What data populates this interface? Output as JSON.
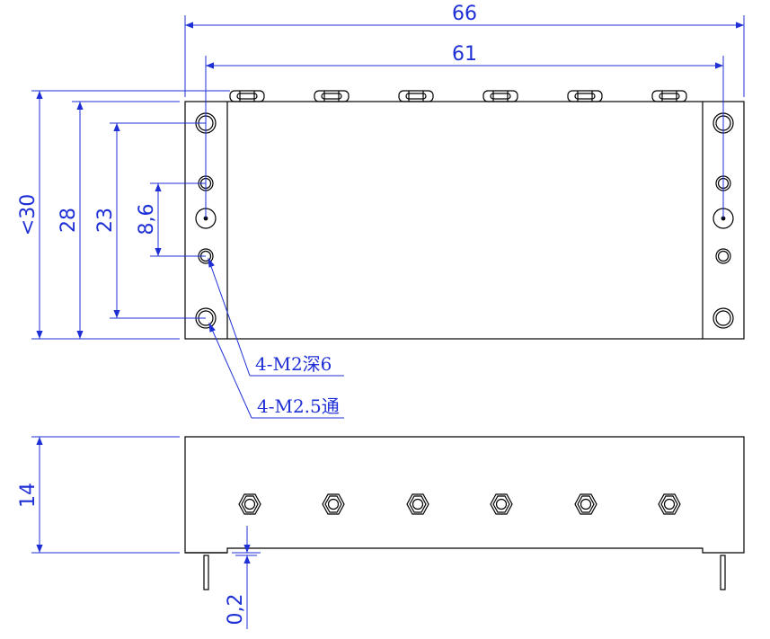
{
  "dimensions": {
    "overall_width": "66",
    "hole_spacing_width": "61",
    "overall_height": "<30",
    "body_height": "28",
    "outer_hole_spacing": "23",
    "inner_hole_spacing": "8,6",
    "side_height": "14",
    "pin_offset": "0,2"
  },
  "notes": {
    "blind_holes": "4-M2深6",
    "through_holes": "4-M2.5通"
  },
  "colors": {
    "outline": "#000000",
    "dimension": "#1f2fd6"
  }
}
